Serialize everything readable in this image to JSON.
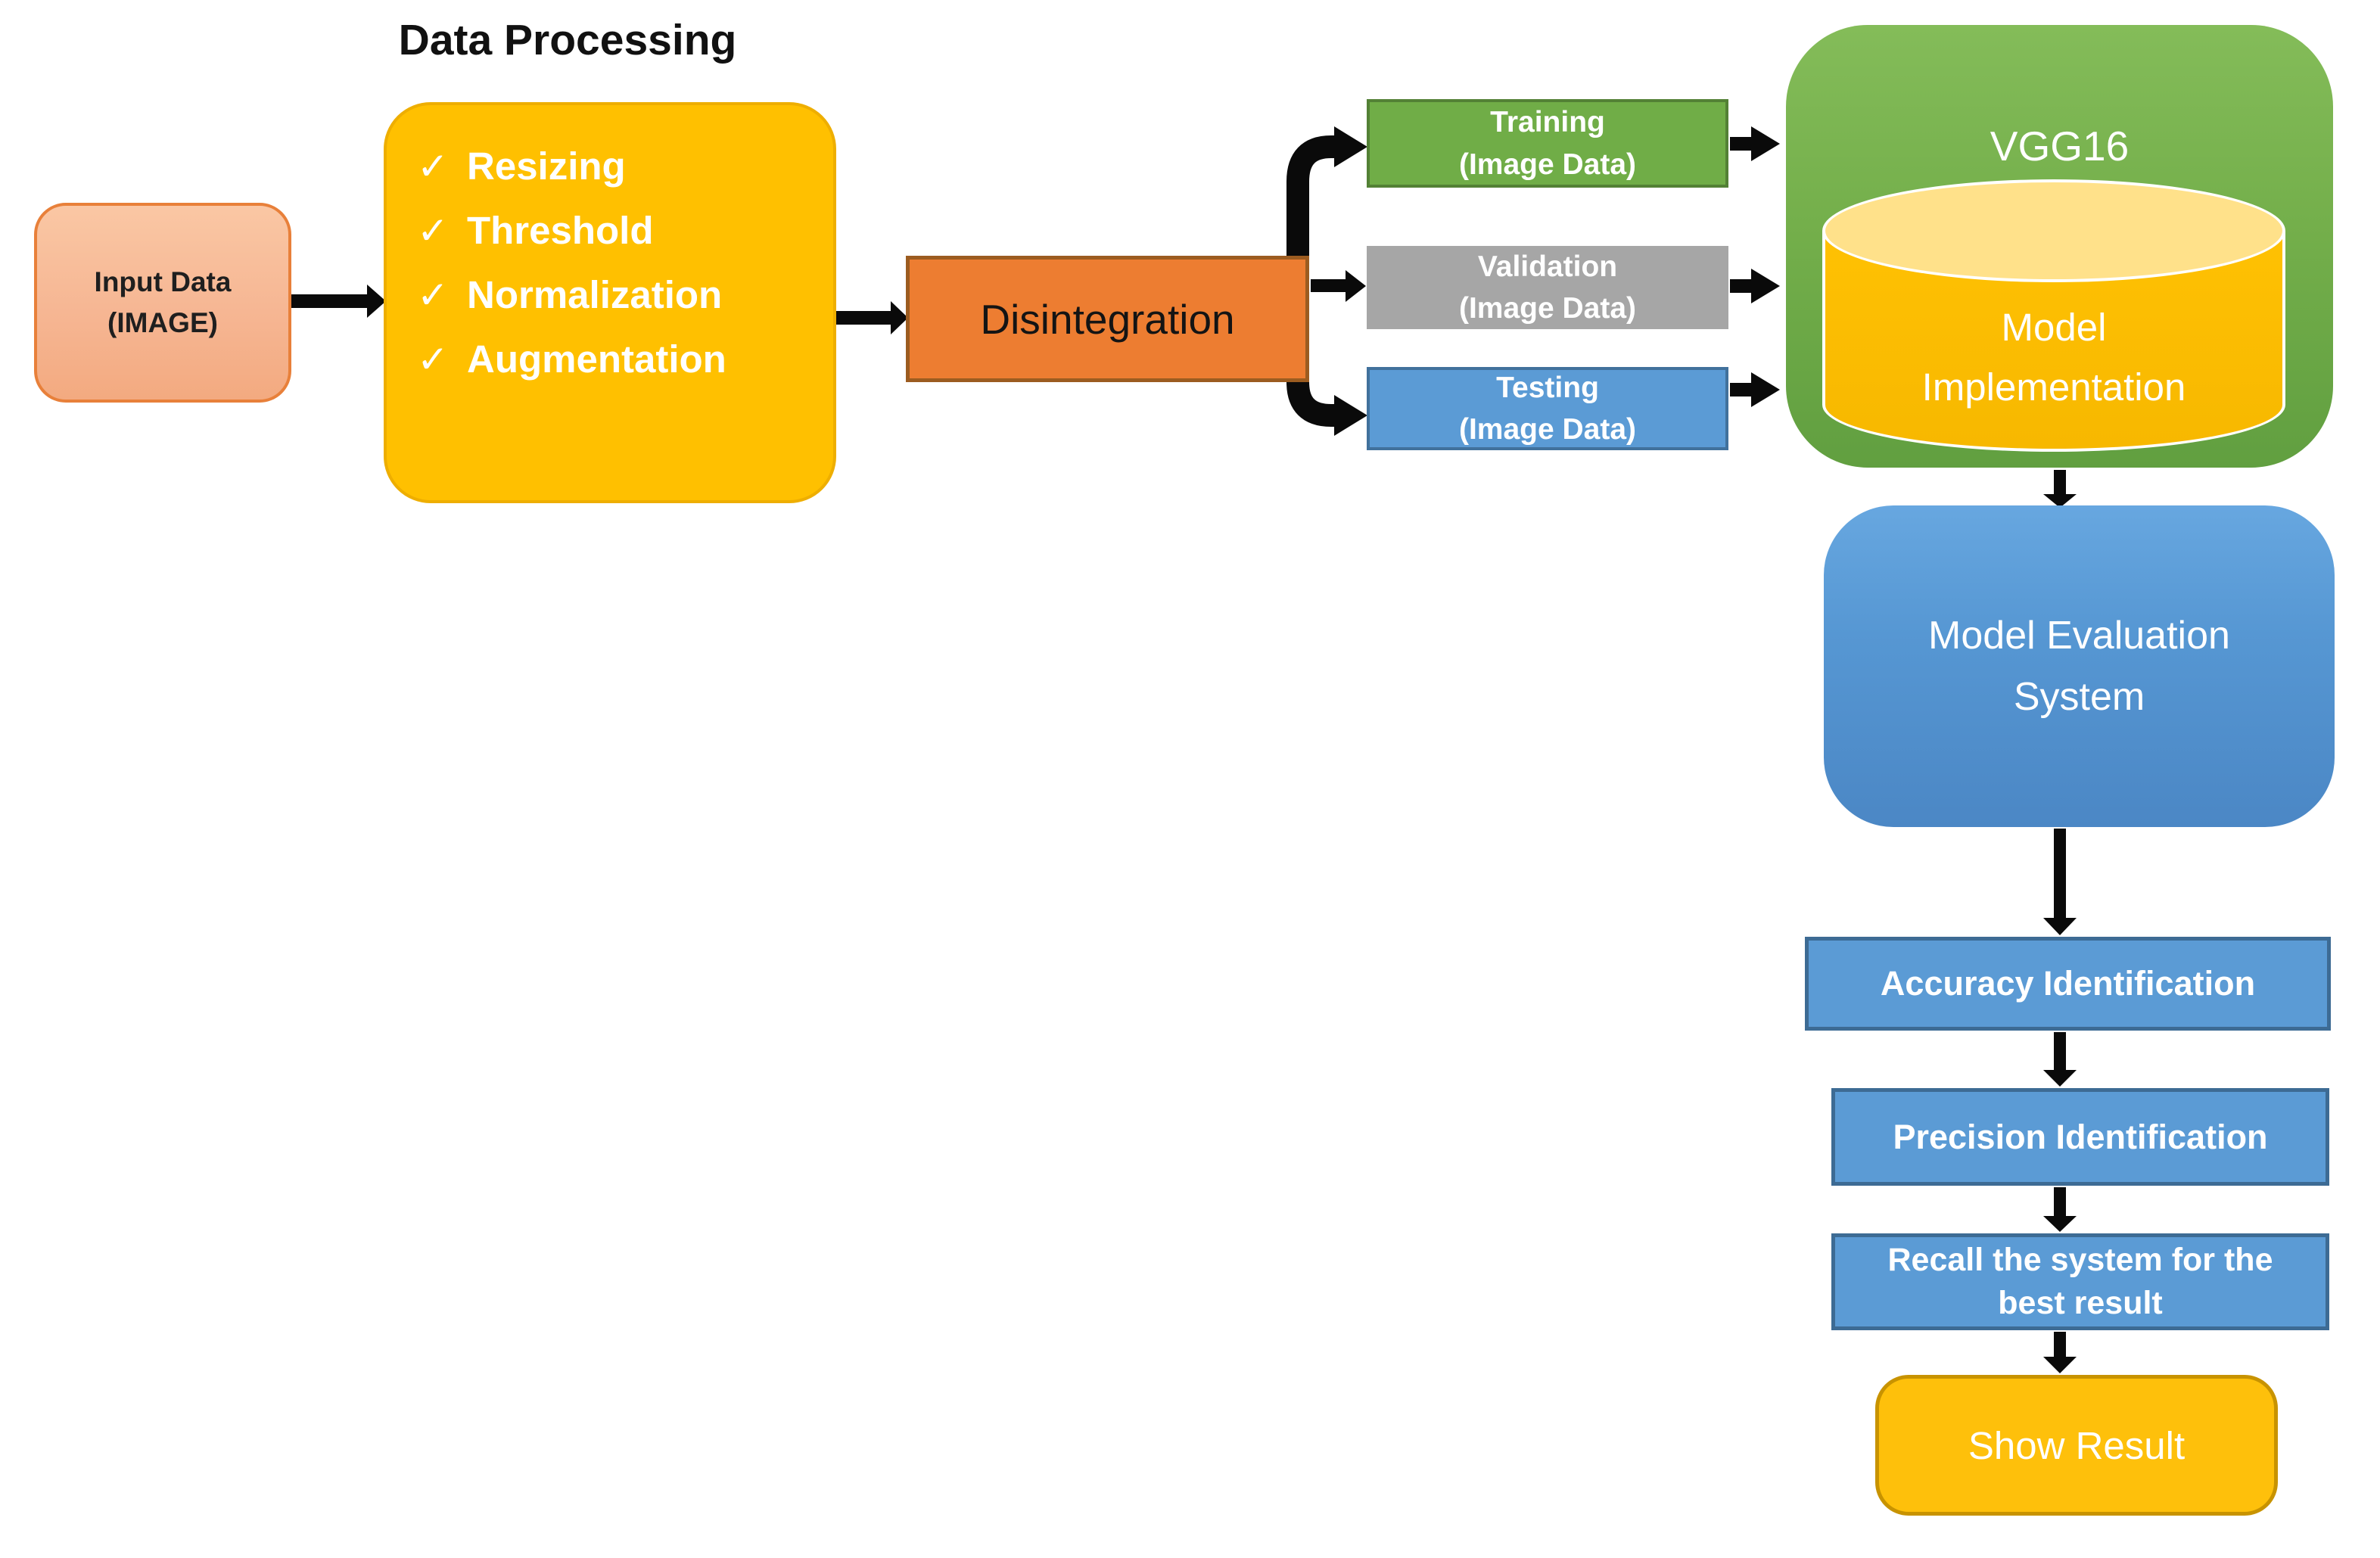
{
  "diagram": {
    "title": "Data Processing",
    "nodes": {
      "input": {
        "line1": "Input Data",
        "line2": "(IMAGE)"
      },
      "processing": {
        "check": "✓",
        "items": [
          "Resizing",
          "Threshold",
          "Normalization",
          "Augmentation"
        ]
      },
      "disintegration": {
        "label": "Disintegration"
      },
      "training": {
        "line1": "Training",
        "line2": "(Image Data)"
      },
      "validation": {
        "line1": "Validation",
        "line2": "(Image Data)"
      },
      "testing": {
        "line1": "Testing",
        "line2": "(Image Data)"
      },
      "vgg16": {
        "label": "VGG16"
      },
      "model_implementation": {
        "line1": "Model",
        "line2": "Implementation"
      },
      "evaluation": {
        "line1": "Model Evaluation",
        "line2": "System"
      },
      "accuracy": {
        "label": "Accuracy Identification"
      },
      "precision": {
        "label": "Precision Identification"
      },
      "recall": {
        "line1": "Recall the system for the",
        "line2": "best result"
      },
      "show_result": {
        "label": "Show Result"
      }
    },
    "connections": [
      "Input Data (IMAGE) -> Data Processing",
      "Data Processing -> Disintegration",
      "Disintegration -> Training (Image Data)",
      "Disintegration -> Validation (Image Data)",
      "Disintegration -> Testing (Image Data)",
      "Training (Image Data) -> VGG16",
      "Validation (Image Data) -> VGG16",
      "Testing (Image Data) -> VGG16",
      "VGG16 -> Model Evaluation System",
      "Model Evaluation System -> Accuracy Identification",
      "Accuracy Identification -> Precision Identification",
      "Precision Identification -> Recall the system for the best result",
      "Recall the system for the best result -> Show Result"
    ],
    "colors": {
      "input_fill": "#F6BA96",
      "input_border": "#E8803A",
      "processing_fill": "#FFC000",
      "disintegration_fill": "#ED7D31",
      "disintegration_border": "#9C5C20",
      "training_fill": "#70AD47",
      "training_border": "#538135",
      "validation_fill": "#A6A6A6",
      "testing_fill": "#5B9BD5",
      "testing_border": "#41719C",
      "vgg_fill_top": "#84BC59",
      "vgg_fill_bottom": "#619F40",
      "cylinder_body_fill": "#FFC000",
      "cylinder_top_fill": "#FFE18A",
      "evaluation_fill_top": "#67A7E0",
      "evaluation_fill_bottom": "#4B87C5",
      "metric_fill": "#5B9BD5",
      "metric_border": "#3D6B94",
      "show_result_fill": "#FEC00B",
      "show_result_border": "#C89300",
      "connector": "#0A0A0A",
      "text_on_color": "#FFFFFF",
      "text_dark": "#141414"
    }
  }
}
